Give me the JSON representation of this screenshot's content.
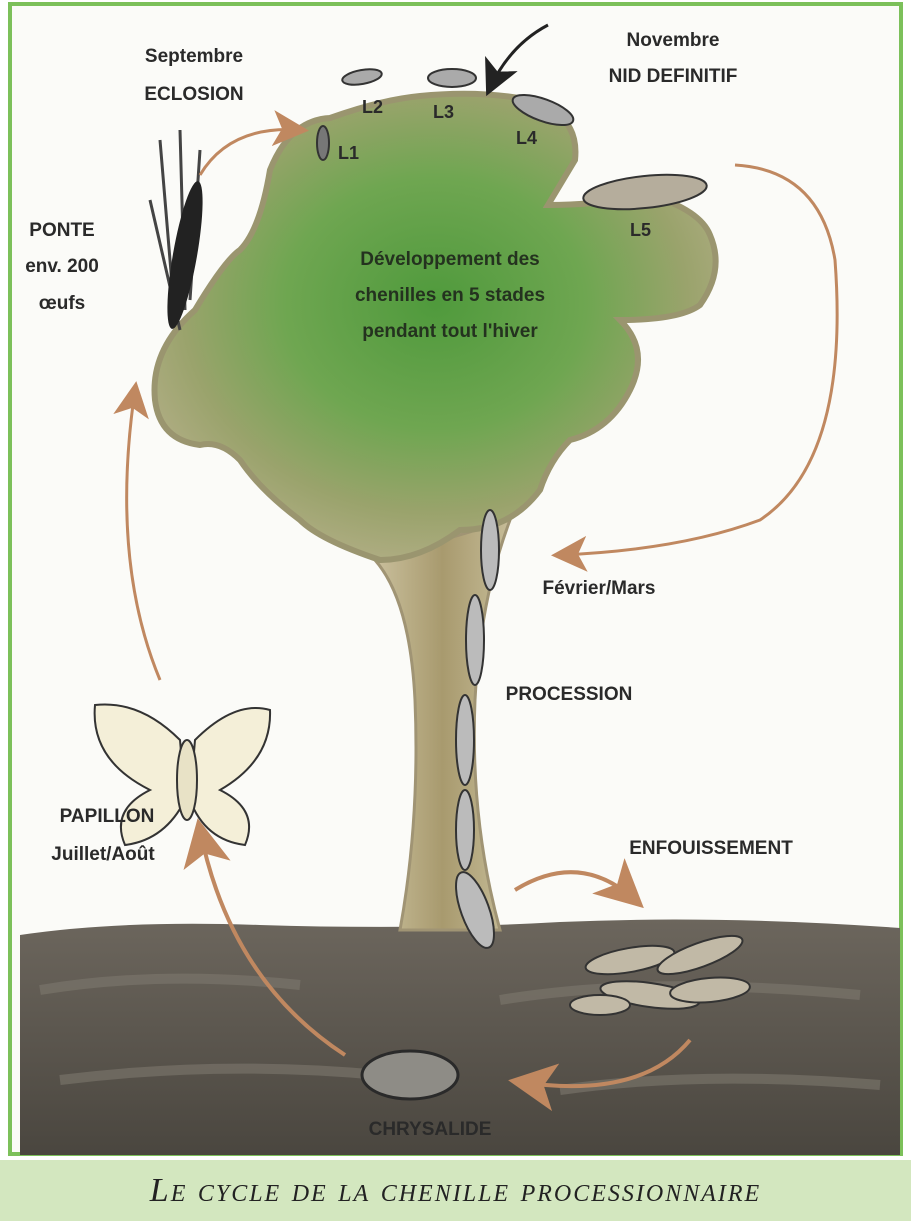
{
  "labels": {
    "septembre": "Septembre",
    "eclosion": "ECLOSION",
    "novembre": "Novembre",
    "nid_definitif": "NID DEFINITIF",
    "l1": "L1",
    "l2": "L2",
    "l3": "L3",
    "l4": "L4",
    "l5": "L5",
    "ponte": "PONTE",
    "env200": "env. 200",
    "oeufs": "œufs",
    "dev1": "Développement des",
    "dev2": "chenilles en 5 stades",
    "dev3": "pendant tout l'hiver",
    "fevrier_mars": "Février/Mars",
    "procession": "PROCESSION",
    "papillon": "PAPILLON",
    "juillet_aout": "Juillet/Août",
    "enfouissement": "ENFOUISSEMENT",
    "chrysalide": "CHRYSALIDE"
  },
  "caption": "Le cycle de la chenille processionnaire",
  "colors": {
    "foliage": "#5e9a45",
    "trunk": "#b8ab85",
    "soil": "#5a554d",
    "arrow": "#c08860",
    "caption_band": "#d3e7bf",
    "frame": "#7cc05a"
  }
}
